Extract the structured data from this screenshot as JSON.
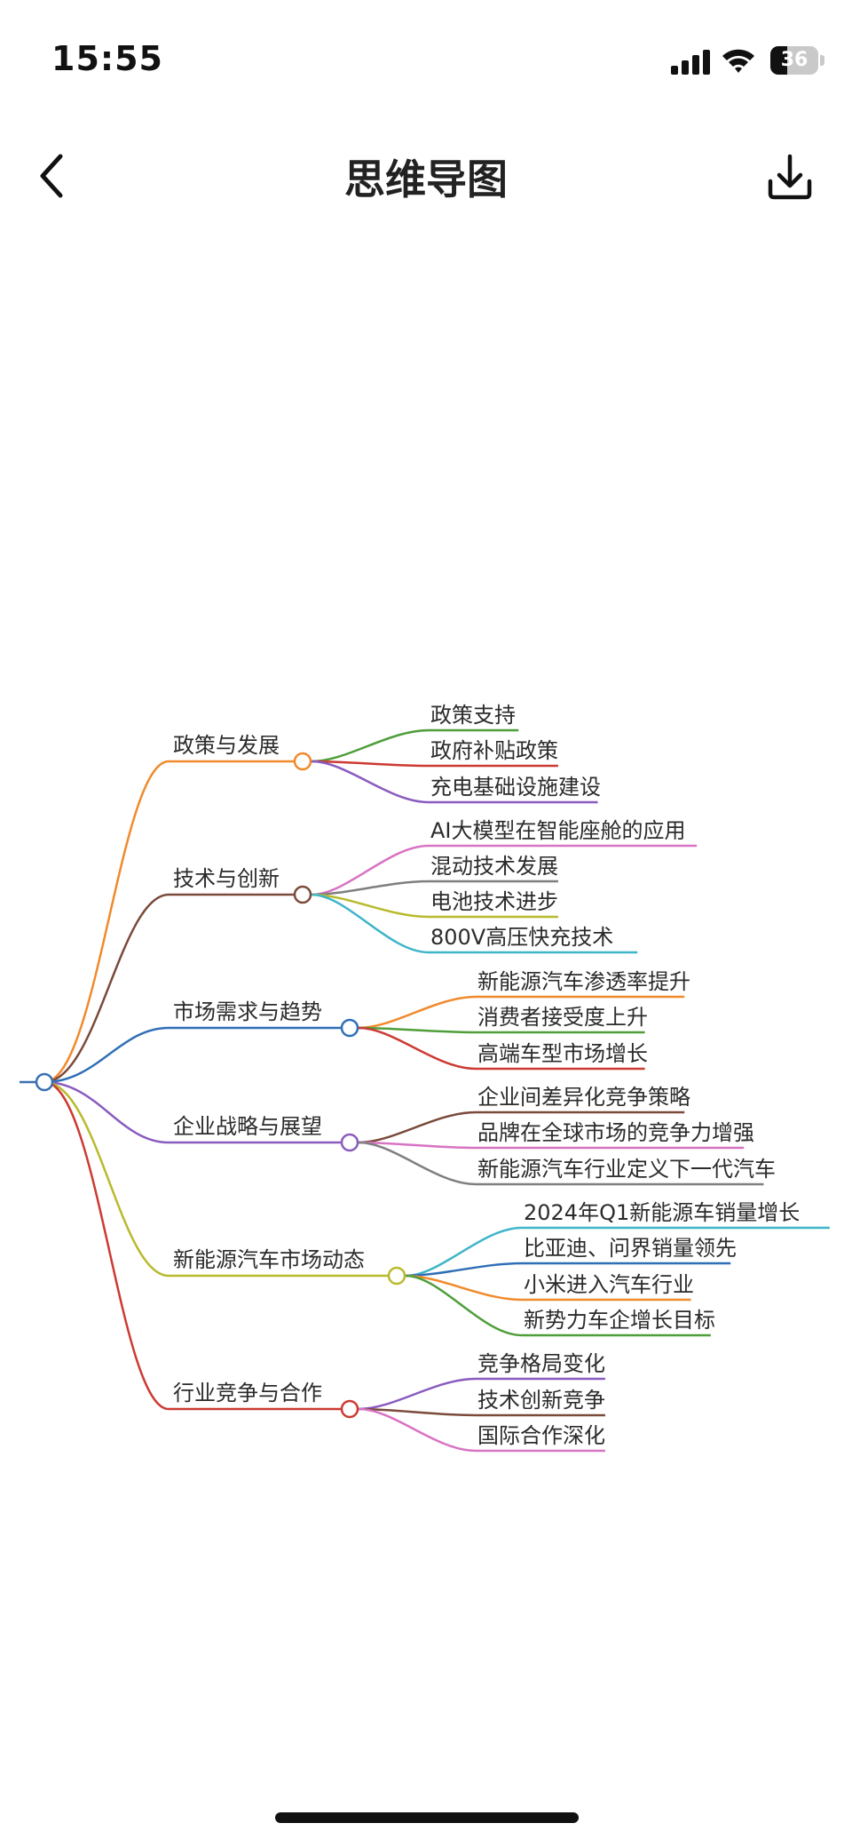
{
  "status_bar": {
    "time": "15:55",
    "battery_level": "36",
    "battery_fraction": 0.36,
    "icons": [
      "signal-icon",
      "wifi-icon",
      "battery-icon"
    ]
  },
  "nav": {
    "title": "思维导图",
    "back_icon": "chevron-left-icon",
    "download_icon": "download-icon"
  },
  "mindmap": {
    "root_color": "#3a6fb0",
    "branches": [
      {
        "label": "政策与发展",
        "color": "#f08a2c",
        "children": [
          {
            "label": "政策支持",
            "color": "#4f9e3a"
          },
          {
            "label": "政府补贴政策",
            "color": "#cc3a33"
          },
          {
            "label": "充电基础设施建设",
            "color": "#8a5bbf"
          }
        ]
      },
      {
        "label": "技术与创新",
        "color": "#7a4a3a",
        "children": [
          {
            "label": "AI大模型在智能座舱的应用",
            "color": "#d873c4"
          },
          {
            "label": "混动技术发展",
            "color": "#7f7f7f"
          },
          {
            "label": "电池技术进步",
            "color": "#b8ba2e"
          },
          {
            "label": "800V高压快充技术",
            "color": "#3fb5c9"
          }
        ]
      },
      {
        "label": "市场需求与趋势",
        "color": "#2f6fb6",
        "children": [
          {
            "label": "新能源汽车渗透率提升",
            "color": "#f08a2c"
          },
          {
            "label": "消费者接受度上升",
            "color": "#4f9e3a"
          },
          {
            "label": "高端车型市场增长",
            "color": "#cc3a33"
          }
        ]
      },
      {
        "label": "企业战略与展望",
        "color": "#8a5bbf",
        "children": [
          {
            "label": "企业间差异化竞争策略",
            "color": "#7a4a3a"
          },
          {
            "label": "品牌在全球市场的竞争力增强",
            "color": "#d873c4"
          },
          {
            "label": "新能源汽车行业定义下一代汽车",
            "color": "#7f7f7f"
          }
        ]
      },
      {
        "label": "新能源汽车市场动态",
        "color": "#b8ba2e",
        "children": [
          {
            "label": "2024年Q1新能源车销量增长",
            "color": "#3fb5c9"
          },
          {
            "label": "比亚迪、问界销量领先",
            "color": "#2f6fb6"
          },
          {
            "label": "小米进入汽车行业",
            "color": "#f08a2c"
          },
          {
            "label": "新势力车企增长目标",
            "color": "#4f9e3a"
          }
        ]
      },
      {
        "label": "行业竞争与合作",
        "color": "#cc3a33",
        "children": [
          {
            "label": "竞争格局变化",
            "color": "#8a5bbf"
          },
          {
            "label": "技术创新竞争",
            "color": "#7a4a3a"
          },
          {
            "label": "国际合作深化",
            "color": "#d873c4"
          }
        ]
      }
    ]
  }
}
